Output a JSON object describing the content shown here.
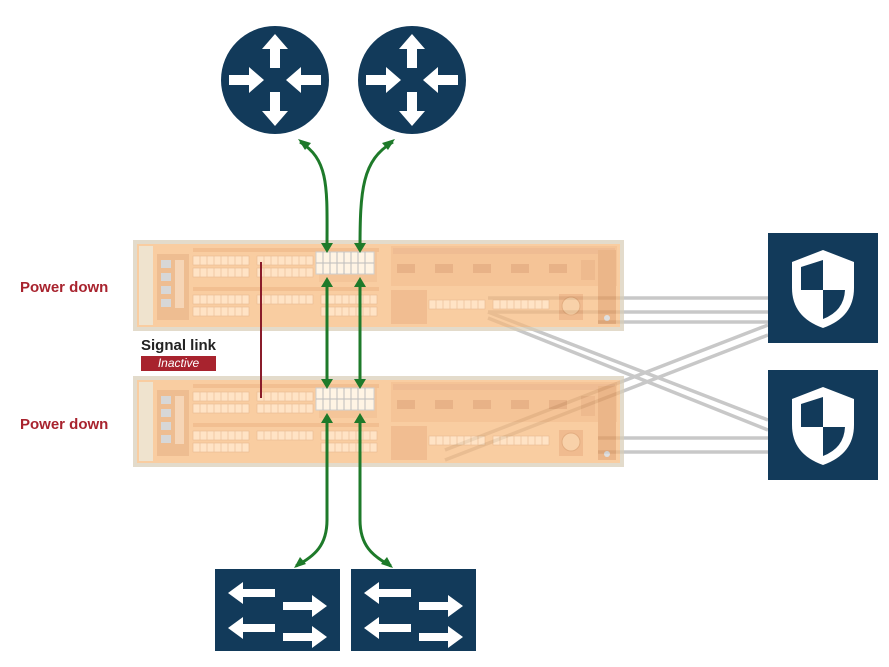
{
  "labels": {
    "power_down_top": "Power down",
    "power_down_bottom": "Power down",
    "signal_link": "Signal link",
    "signal_status": "Inactive"
  },
  "colors": {
    "device_navy": "#123a5a",
    "chassis_orange": "#f7ba7e",
    "link_green": "#1e7a2a",
    "cable_gray": "#c8c8c8",
    "status_red": "#a8232e"
  },
  "devices": {
    "routers": [
      {
        "icon": "router-icon"
      },
      {
        "icon": "router-icon"
      }
    ],
    "switches": [
      {
        "icon": "switch-icon"
      },
      {
        "icon": "switch-icon"
      }
    ],
    "security_tools": [
      {
        "icon": "shield-icon"
      },
      {
        "icon": "shield-icon"
      }
    ],
    "packet_brokers": [
      {
        "state": "Power down"
      },
      {
        "state": "Power down"
      }
    ]
  }
}
